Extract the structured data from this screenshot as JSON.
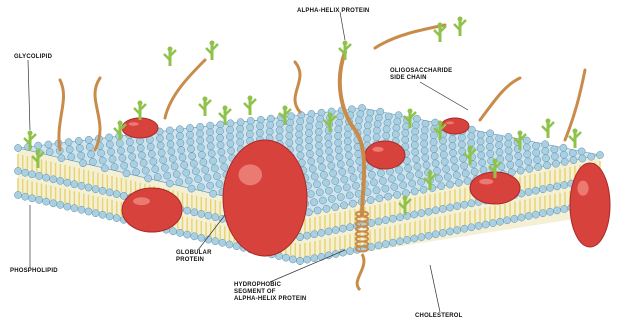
{
  "diagram": {
    "labels": {
      "glycolipid": "GLYCOLIPID",
      "alpha_helix_protein": "ALPHA-HELIX PROTEIN",
      "oligosaccharide_side_chain": "OLIGOSACCHARIDE\nSIDE CHAIN",
      "phospholipid": "PHOSPHOLIPID",
      "globular_protein": "GLOBULAR\nPROTEIN",
      "hydrophobic_segment": "HYDROPHOBIC\nSEGMENT OF\nALPHA-HELIX PROTEIN",
      "cholesterol": "CHOLESTEROL"
    },
    "colors": {
      "head_fill": "#a9cfe2",
      "head_stroke": "#5f8fa8",
      "protein": "#d8423c",
      "protein_dark": "#a92a26",
      "tail": "#e9d36a",
      "sugar": "#8fc24a",
      "stalk": "#c98b4a",
      "interior": "#f3f0d6",
      "leader": "#333333"
    }
  }
}
